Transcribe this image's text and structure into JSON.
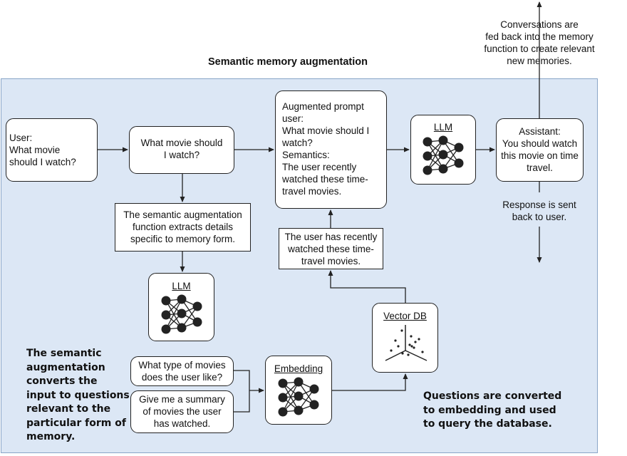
{
  "title": "Semantic memory augmentation",
  "user_box": {
    "lines": [
      "User:",
      "What movie",
      "should I watch?"
    ]
  },
  "question_box": {
    "lines": [
      "What movie should",
      "I watch?"
    ]
  },
  "augmented_box": {
    "lines": [
      "Augmented prompt",
      "user:",
      "What movie should I",
      "watch?",
      "Semantics:",
      "The user recently",
      "watched these time-",
      "travel movies."
    ]
  },
  "llm_top_label": "LLM",
  "assistant_box": {
    "lines": [
      "Assistant:",
      "You should watch",
      "this movie on time",
      "travel."
    ]
  },
  "conversation_note": {
    "lines": [
      "Conversations are",
      "fed back into the memory",
      "function to create relevant",
      "new memories."
    ]
  },
  "response_note": {
    "lines": [
      "Response is sent",
      "back to user."
    ]
  },
  "extract_box": {
    "lines": [
      "The semantic augmentation",
      "function extracts details",
      "specific to memory form."
    ]
  },
  "llm_bottom_label": "LLM",
  "recent_box": {
    "lines": [
      "The user has recently",
      "watched these time-",
      "travel movies."
    ]
  },
  "vector_db_label": "Vector DB",
  "embedding_label": "Embedding",
  "q1_box": {
    "lines": [
      "What type of movies",
      "does the user like?"
    ]
  },
  "q2_box": {
    "lines": [
      "Give me a summary",
      "of movies the user",
      "has watched."
    ]
  },
  "left_note": {
    "lines": [
      "The semantic",
      "augmentation",
      "converts the",
      "input to questions",
      "relevant to the",
      "particular form of",
      "memory."
    ]
  },
  "right_note": {
    "lines": [
      "Questions are converted",
      "to embedding and used",
      "to query the database."
    ]
  }
}
